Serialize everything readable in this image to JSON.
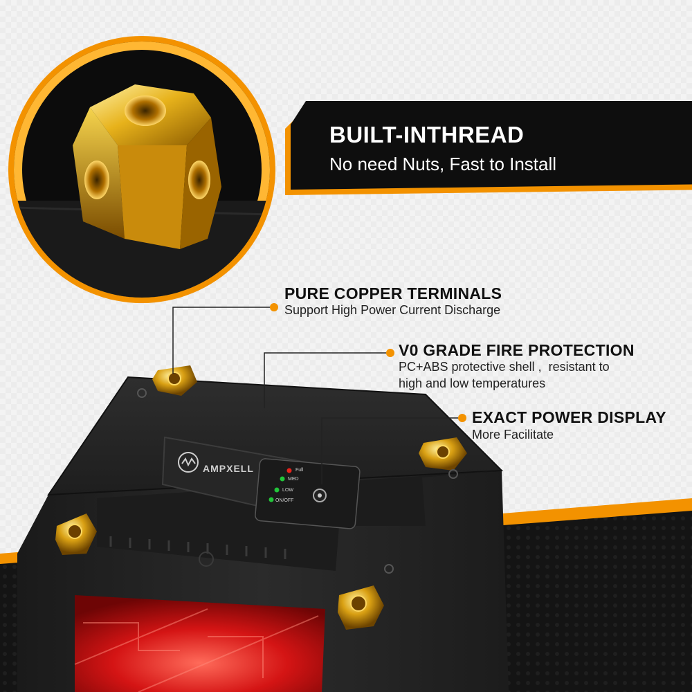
{
  "banner": {
    "title": "BUILT-INTHREAD",
    "subtitle": "No need Nuts, Fast to Install"
  },
  "callouts": {
    "terminals": {
      "title": "PURE COPPER TERMINALS",
      "desc": "Support High Power Current Discharge"
    },
    "fire": {
      "title": "V0 GRADE FIRE PROTECTION",
      "desc_line1": "PC+ABS  protective shell ,  resistant to",
      "desc_line2": "high and low temperatures"
    },
    "display": {
      "title": "EXACT POWER DISPLAY",
      "desc": "More Facilitate"
    }
  },
  "battery": {
    "brand": "AMPXELL",
    "leds": [
      {
        "label": "Full",
        "color": "#e8231b"
      },
      {
        "label": "MED",
        "color": "#22c43a"
      },
      {
        "label": "LOW",
        "color": "#22c43a"
      },
      {
        "label": "ON/OFF",
        "color": "#22c43a"
      }
    ]
  },
  "colors": {
    "accent": "#f39200",
    "dark": "#0e0e0e",
    "battery_red": "#d41414"
  }
}
